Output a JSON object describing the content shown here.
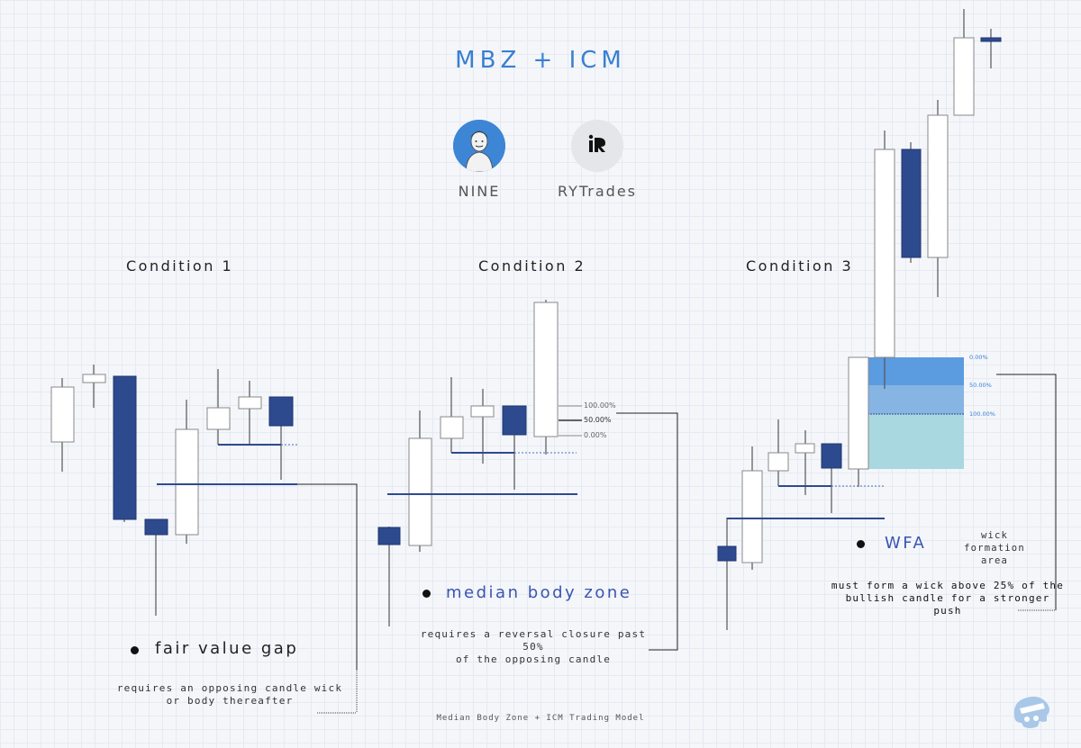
{
  "header": {
    "title": "MBZ + ICM"
  },
  "authors": [
    {
      "name": "NINE",
      "icon": "portrait-avatar-icon"
    },
    {
      "name": "RYTrades",
      "icon": "ry-logo-icon"
    }
  ],
  "conditions": [
    {
      "title": "Condition 1",
      "term": "fair value gap",
      "description": [
        "requires an opposing candle wick",
        "or body  thereafter"
      ]
    },
    {
      "title": "Condition 2",
      "term": "median body zone",
      "description": [
        "requires a reversal closure past 50%",
        "of the opposing candle"
      ],
      "levels": [
        "100.00%",
        "50.00%",
        "0.00%"
      ]
    },
    {
      "title": "Condition 3",
      "term": "WFA",
      "wfa_expansion": [
        "wick",
        "formation",
        "area"
      ],
      "description": [
        "must form a wick above 25% of the",
        "bullish candle for a stronger push"
      ],
      "levels": [
        "0.00%",
        "50.00%",
        "100.00%"
      ]
    }
  ],
  "footer": {
    "text": "Median Body Zone + ICM Trading Model"
  },
  "colors": {
    "bearish": "#2e4a8f",
    "bullish": "#ffffff",
    "title": "#3a7fd0",
    "term": "#3a55b0",
    "wfa_zone_top": "#5b9be0",
    "wfa_zone_mid": "#86b4e3",
    "wfa_zone_bottom": "#a9d8e0"
  },
  "logo_icon": "brain-logo-icon"
}
